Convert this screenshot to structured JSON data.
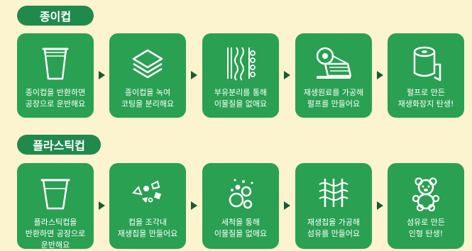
{
  "paper_cup": {
    "label": "종이컵",
    "steps": [
      {
        "icon": "paper-cups-icon",
        "caption": "종이컵을 반환하면\n공장으로 운반해요"
      },
      {
        "icon": "paper-layers-icon",
        "caption": "종이컵을 녹여\n코팅을 분리해요"
      },
      {
        "icon": "fiber-separation-icon",
        "caption": "부유분리를 통해\n이물질을 없애요"
      },
      {
        "icon": "paper-roll-machine-icon",
        "caption": "재생원료를 가공해\n펄프를 만들어요"
      },
      {
        "icon": "toilet-paper-icon",
        "caption": "펄프로 만든\n재생화장지 탄생!"
      }
    ]
  },
  "plastic_cup": {
    "label": "플라스틱컵",
    "steps": [
      {
        "icon": "plastic-cup-icon",
        "caption": "플라스틱컵을\n반환하면 공장으로\n운반해요"
      },
      {
        "icon": "plastic-chips-icon",
        "caption": "컵을 조각내\n재생칩을 만들어요"
      },
      {
        "icon": "bubbles-icon",
        "caption": "세척을 통해\n이물질을 없애요"
      },
      {
        "icon": "fiber-mesh-icon",
        "caption": "재생칩을 가공해\n섬유를 만들어요"
      },
      {
        "icon": "teddy-bear-icon",
        "caption": "섬유로 만든\n인형 탄생!"
      }
    ]
  },
  "colors": {
    "background": "#fbf4cf",
    "label": "#1f8a4c",
    "card": "#2aa053",
    "arrow": "#1a5c32"
  }
}
